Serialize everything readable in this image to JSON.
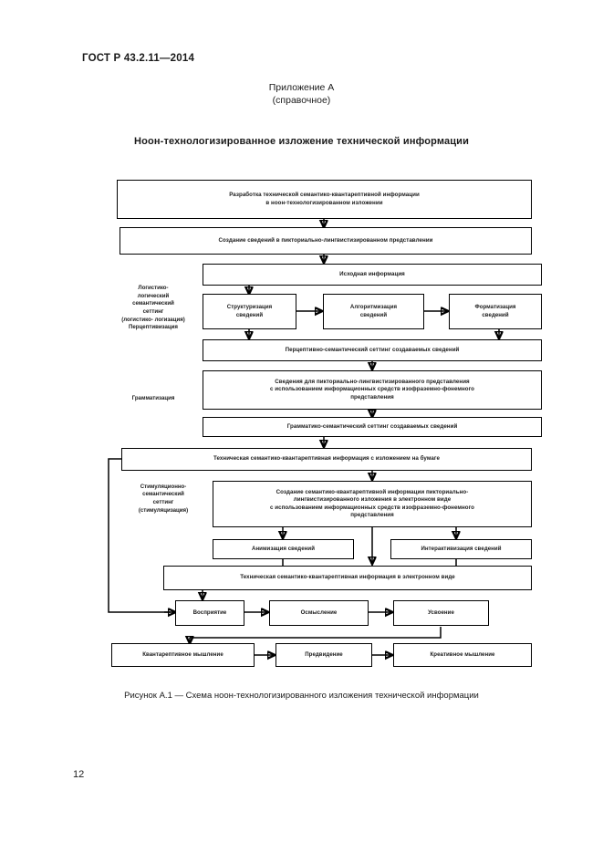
{
  "header": {
    "standard_number": "ГОСТ Р 43.2.11—2014",
    "page_number": "12"
  },
  "appendix": {
    "line1": "Приложение А",
    "line2": "(справочное)"
  },
  "doc_title": "Ноон-технологизированное изложение технической информации",
  "figure_caption": "Рисунок А.1 — Схема ноон-технологизированного изложения технической информации",
  "diagram": {
    "side_labels": [
      {
        "id": "logistic",
        "lines": [
          "Логистико-",
          "логический",
          "семантический",
          "сеттинг",
          "(логистико- логизация)",
          "Перцептивизация"
        ]
      },
      {
        "id": "grammatization",
        "lines": [
          "Грамматизация"
        ]
      },
      {
        "id": "stimulation",
        "lines": [
          "Стимуляционно-",
          "семантический",
          "сеттинг",
          "(стимуляцизация)"
        ]
      }
    ],
    "nodes": [
      {
        "id": "n1",
        "lines": [
          "Разработка технической семантико-квантарептивной информации",
          "в ноон-технологизированном изложении"
        ]
      },
      {
        "id": "n2",
        "lines": [
          "Создание сведений в пикториально-лингвистизированном представлении"
        ]
      },
      {
        "id": "n3",
        "lines": [
          "Исходная информация"
        ]
      },
      {
        "id": "n4",
        "lines": [
          "Структуризация",
          "сведений"
        ]
      },
      {
        "id": "n5",
        "lines": [
          "Алгоритмизация",
          "сведений"
        ]
      },
      {
        "id": "n6",
        "lines": [
          "Форматизация",
          "сведений"
        ]
      },
      {
        "id": "n7",
        "lines": [
          "Перцептивно-семантический сеттинг создаваемых сведений"
        ]
      },
      {
        "id": "n8",
        "lines": [
          "Сведения для пикториально-лингвистизированного представления",
          "с использованием информационных средств изофраземно-фонемного",
          "представления"
        ]
      },
      {
        "id": "n9",
        "lines": [
          "Грамматико-семантический сеттинг создаваемых сведений"
        ]
      },
      {
        "id": "n10",
        "lines": [
          "Техническая семантико-квантарептивная информация с изложением на бумаге"
        ]
      },
      {
        "id": "n11",
        "lines": [
          "Создание семантико-квантарептивной информации пикториально-",
          "лингвистизированного изложения в электронном виде",
          "с использованием информационных средств изофраземно-фонемного",
          "представления"
        ]
      },
      {
        "id": "n12",
        "lines": [
          "Анимизация сведений"
        ]
      },
      {
        "id": "n13",
        "lines": [
          "Интерактивизация сведений"
        ]
      },
      {
        "id": "n14",
        "lines": [
          "Техническая семантико-квантарептивная информация в электронном виде"
        ]
      },
      {
        "id": "n15",
        "lines": [
          "Восприятие"
        ]
      },
      {
        "id": "n16",
        "lines": [
          "Осмысление"
        ]
      },
      {
        "id": "n17",
        "lines": [
          "Усвоение"
        ]
      },
      {
        "id": "n18",
        "lines": [
          "Квантарептивное мышление"
        ]
      },
      {
        "id": "n19",
        "lines": [
          "Предвидение"
        ]
      },
      {
        "id": "n20",
        "lines": [
          "Креативное мышление"
        ]
      }
    ]
  },
  "colors": {
    "ink": "#1a1a1a",
    "stroke": "#000000",
    "paper": "#ffffff"
  }
}
